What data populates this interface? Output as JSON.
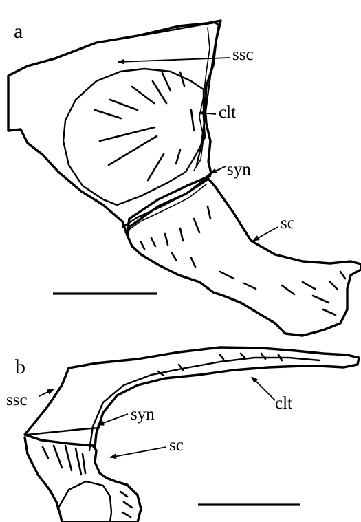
{
  "panels": [
    {
      "letter": "a",
      "labels": {
        "ssc": "ssc",
        "clt": "clt",
        "syn": "syn",
        "sc": "sc"
      }
    },
    {
      "letter": "b",
      "labels": {
        "ssc": "ssc",
        "syn": "syn",
        "sc": "sc",
        "clt": "clt"
      }
    }
  ]
}
